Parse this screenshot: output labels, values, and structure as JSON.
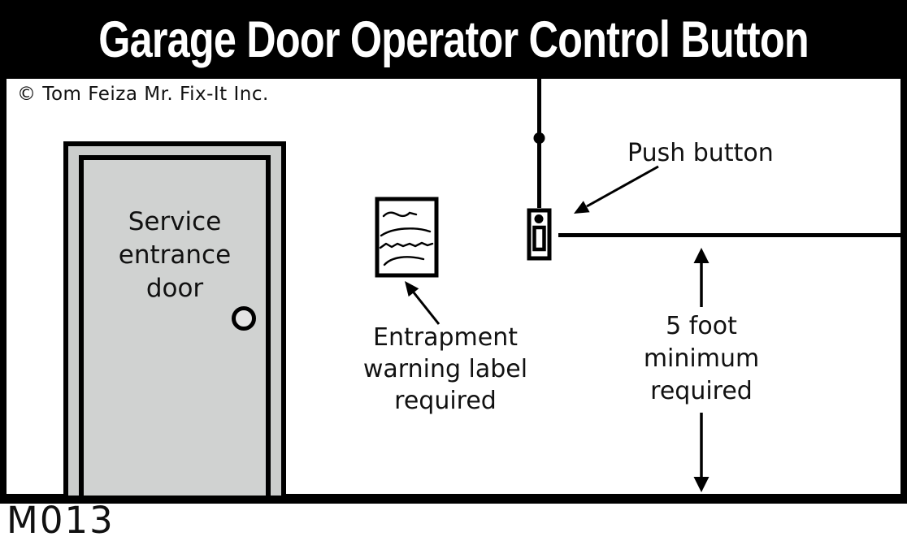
{
  "title": "Garage Door Operator Control Button",
  "copyright": "© Tom Feiza Mr. Fix-It Inc.",
  "figure_id": "M013",
  "door": {
    "label_lines": [
      "Service",
      "entrance",
      "door"
    ]
  },
  "warning_label": {
    "lines": [
      "Entrapment",
      "warning label",
      "required"
    ]
  },
  "push_button": {
    "label": "Push button"
  },
  "clearance": {
    "lines": [
      "5 foot",
      "minimum",
      "required"
    ]
  },
  "colors": {
    "ink": "#000000",
    "paper": "#ffffff",
    "frame_gray": "#cbcdcc",
    "door_gray": "#d0d2d1",
    "knob_gray": "#e4e4e4"
  }
}
